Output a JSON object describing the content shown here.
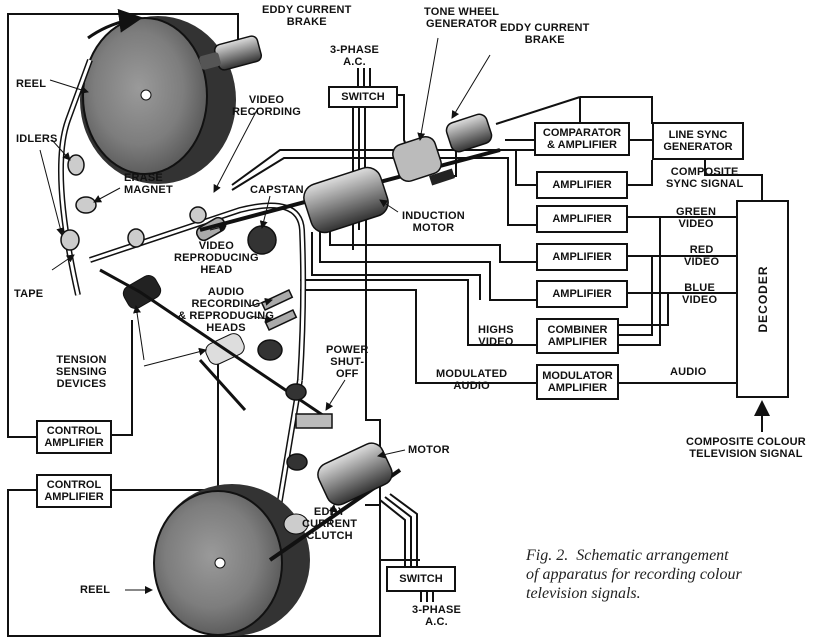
{
  "labels": {
    "eddy_brake_top": "EDDY CURRENT\nBRAKE",
    "three_phase_top": "3-PHASE\nA.C.",
    "tone_wheel": "TONE WHEEL\nGENERATOR",
    "eddy_brake_right": "EDDY CURRENT\nBRAKE",
    "reel_top": "REEL",
    "video_recording": "VIDEO\nRECORDING",
    "idlers": "IDLERS",
    "erase_magnet": "ERASE\nMAGNET",
    "capstan": "CAPSTAN",
    "induction_motor": "INDUCTION\nMOTOR",
    "video_reproducing_head": "VIDEO\nREPRODUCING\nHEAD",
    "tape": "TAPE",
    "audio_heads": "AUDIO\nRECORDING\n& REPRODUCING\nHEADS",
    "tension_devices": "TENSION\nSENSING\nDEVICES",
    "power_shutoff": "POWER\nSHUT-\nOFF",
    "motor": "MOTOR",
    "eddy_clutch": "EDDY\nCURRENT\nCLUTCH",
    "reel_bottom": "REEL",
    "three_phase_bottom": "3-PHASE\nA.C.",
    "composite_sync": "COMPOSITE\nSYNC SIGNAL",
    "green_video": "GREEN\nVIDEO",
    "red_video": "RED\nVIDEO",
    "blue_video": "BLUE\nVIDEO",
    "highs_video": "HIGHS\nVIDEO",
    "modulated_audio": "MODULATED\nAUDIO",
    "audio": "AUDIO",
    "composite_colour": "COMPOSITE COLOUR\nTELEVISION SIGNAL"
  },
  "boxes": {
    "switch_top": "SWITCH",
    "comparator": "COMPARATOR\n& AMPLIFIER",
    "line_sync": "LINE SYNC\nGENERATOR",
    "amplifier_1": "AMPLIFIER",
    "amplifier_2": "AMPLIFIER",
    "amplifier_3": "AMPLIFIER",
    "amplifier_4": "AMPLIFIER",
    "combiner": "COMBINER\nAMPLIFIER",
    "modulator": "MODULATOR\nAMPLIFIER",
    "control_amp_1": "CONTROL\nAMPLIFIER",
    "control_amp_2": "CONTROL\nAMPLIFIER",
    "switch_bottom": "SWITCH",
    "decoder": "DECODER"
  },
  "caption": "Fig. 2.  Schematic arrangement\nof apparatus for recording colour\ntelevision signals."
}
